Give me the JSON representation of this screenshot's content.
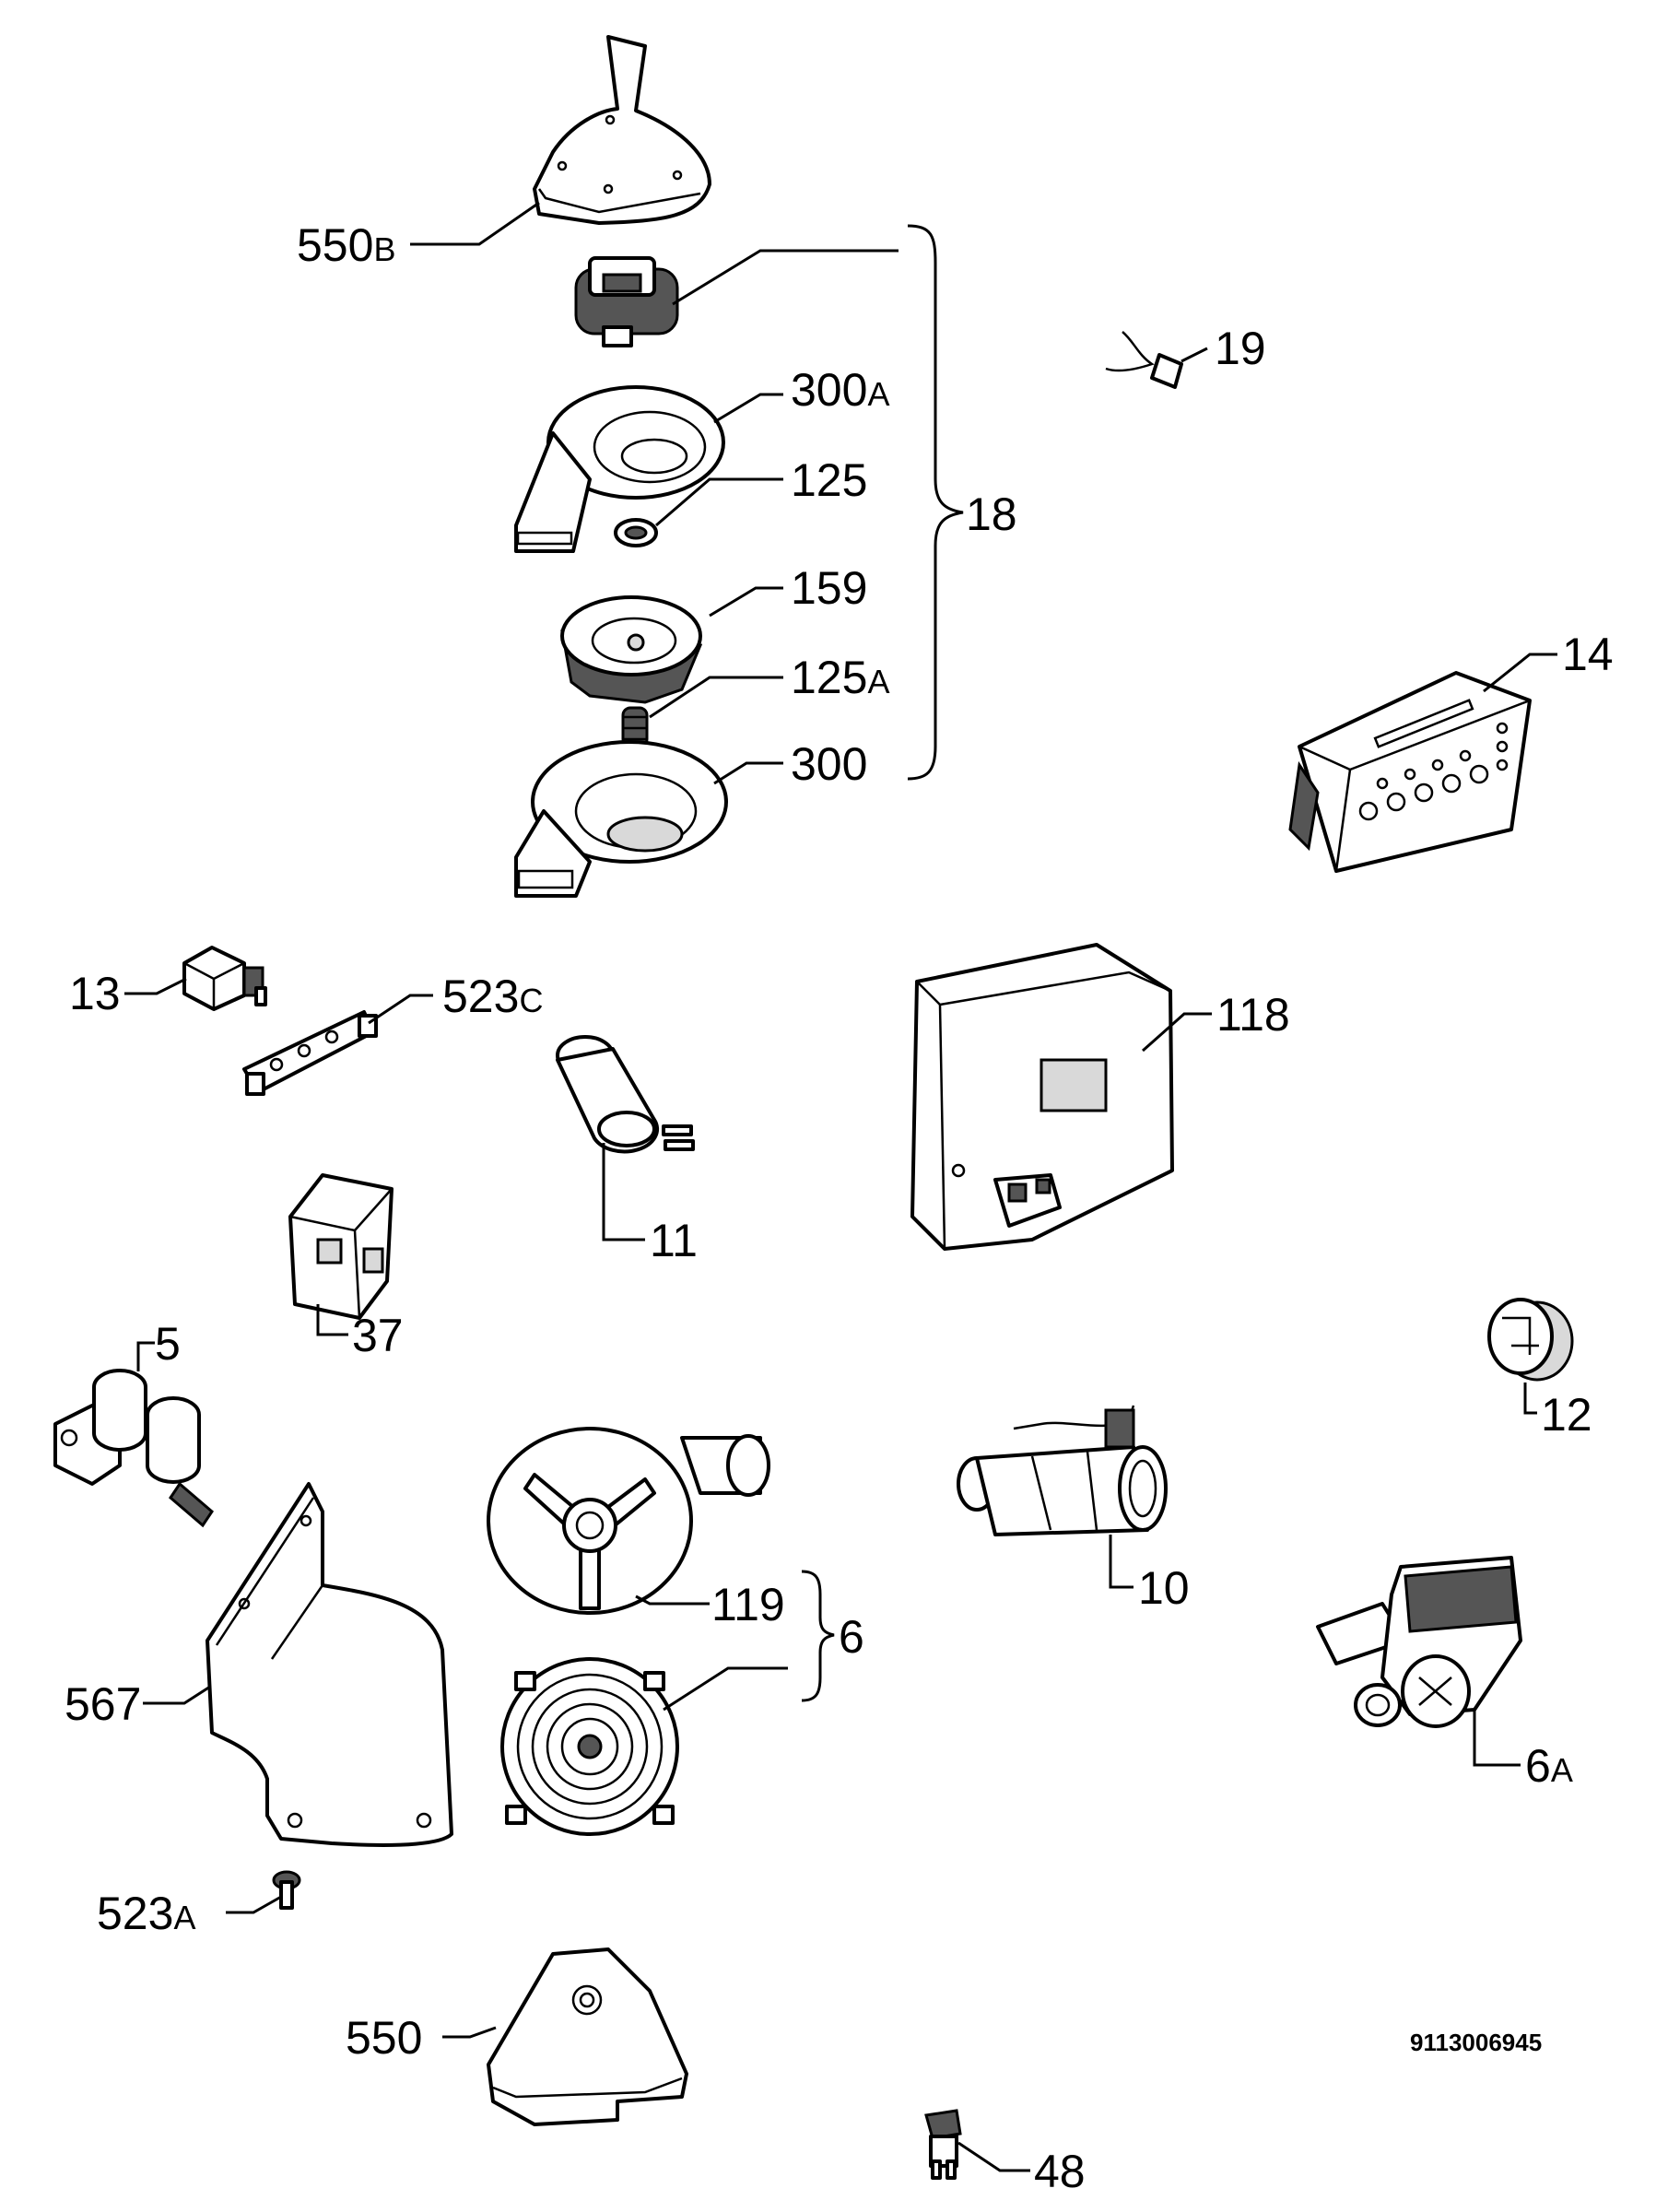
{
  "diagram_code": "9113006945",
  "parts": [
    {
      "id": "550b",
      "number": "550",
      "suffix": "B"
    },
    {
      "id": "300a",
      "number": "300",
      "suffix": "A"
    },
    {
      "id": "125",
      "number": "125",
      "suffix": ""
    },
    {
      "id": "18",
      "number": "18",
      "suffix": ""
    },
    {
      "id": "159",
      "number": "159",
      "suffix": ""
    },
    {
      "id": "125a",
      "number": "125",
      "suffix": "A"
    },
    {
      "id": "300",
      "number": "300",
      "suffix": ""
    },
    {
      "id": "19",
      "number": "19",
      "suffix": ""
    },
    {
      "id": "14",
      "number": "14",
      "suffix": ""
    },
    {
      "id": "13",
      "number": "13",
      "suffix": ""
    },
    {
      "id": "523c",
      "number": "523",
      "suffix": "C"
    },
    {
      "id": "118",
      "number": "118",
      "suffix": ""
    },
    {
      "id": "11",
      "number": "11",
      "suffix": ""
    },
    {
      "id": "37",
      "number": "37",
      "suffix": ""
    },
    {
      "id": "5",
      "number": "5",
      "suffix": ""
    },
    {
      "id": "12",
      "number": "12",
      "suffix": ""
    },
    {
      "id": "10",
      "number": "10",
      "suffix": ""
    },
    {
      "id": "119",
      "number": "119",
      "suffix": ""
    },
    {
      "id": "6",
      "number": "6",
      "suffix": ""
    },
    {
      "id": "567",
      "number": "567",
      "suffix": ""
    },
    {
      "id": "6a",
      "number": "6",
      "suffix": "A"
    },
    {
      "id": "523a",
      "number": "523",
      "suffix": "A"
    },
    {
      "id": "550",
      "number": "550",
      "suffix": ""
    },
    {
      "id": "48",
      "number": "48",
      "suffix": ""
    }
  ]
}
